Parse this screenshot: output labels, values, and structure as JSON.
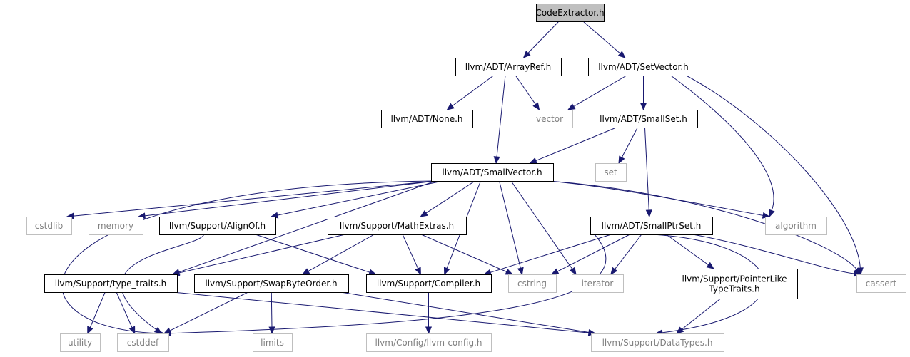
{
  "colors": {
    "edge": "#191970",
    "root_fill": "#bfbfbf",
    "local_border": "#000000",
    "system_border": "#bfbfbf",
    "system_text": "#808080",
    "local_text": "#000000"
  },
  "nodes": [
    {
      "id": "codeextractor",
      "label": "CodeExtractor.h",
      "kind": "root"
    },
    {
      "id": "arrayref",
      "label": "llvm/ADT/ArrayRef.h",
      "kind": "local"
    },
    {
      "id": "setvector",
      "label": "llvm/ADT/SetVector.h",
      "kind": "local"
    },
    {
      "id": "none",
      "label": "llvm/ADT/None.h",
      "kind": "local"
    },
    {
      "id": "vector",
      "label": "vector",
      "kind": "system"
    },
    {
      "id": "smallset",
      "label": "llvm/ADT/SmallSet.h",
      "kind": "local"
    },
    {
      "id": "set",
      "label": "set",
      "kind": "system"
    },
    {
      "id": "smallvector",
      "label": "llvm/ADT/SmallVector.h",
      "kind": "local"
    },
    {
      "id": "cstdlib",
      "label": "cstdlib",
      "kind": "system"
    },
    {
      "id": "memory",
      "label": "memory",
      "kind": "system"
    },
    {
      "id": "alignof",
      "label": "llvm/Support/AlignOf.h",
      "kind": "local"
    },
    {
      "id": "mathextras",
      "label": "llvm/Support/MathExtras.h",
      "kind": "local"
    },
    {
      "id": "smallptrset",
      "label": "llvm/ADT/SmallPtrSet.h",
      "kind": "local"
    },
    {
      "id": "algorithm",
      "label": "algorithm",
      "kind": "system"
    },
    {
      "id": "typetraits",
      "label": "llvm/Support/type_traits.h",
      "kind": "local"
    },
    {
      "id": "swapbyteorder",
      "label": "llvm/Support/SwapByteOrder.h",
      "kind": "local"
    },
    {
      "id": "compiler",
      "label": "llvm/Support/Compiler.h",
      "kind": "local"
    },
    {
      "id": "cstring",
      "label": "cstring",
      "kind": "system"
    },
    {
      "id": "iterator",
      "label": "iterator",
      "kind": "system"
    },
    {
      "id": "pointerlike",
      "label": "llvm/Support/PointerLike\nTypeTraits.h",
      "kind": "local"
    },
    {
      "id": "cassert",
      "label": "cassert",
      "kind": "system"
    },
    {
      "id": "utility",
      "label": "utility",
      "kind": "system"
    },
    {
      "id": "cstddef",
      "label": "cstddef",
      "kind": "system"
    },
    {
      "id": "limits",
      "label": "limits",
      "kind": "system"
    },
    {
      "id": "llvmconfig",
      "label": "llvm/Config/llvm-config.h",
      "kind": "system"
    },
    {
      "id": "datatypes",
      "label": "llvm/Support/DataTypes.h",
      "kind": "system"
    }
  ],
  "edges": [
    [
      "codeextractor",
      "arrayref"
    ],
    [
      "codeextractor",
      "setvector"
    ],
    [
      "arrayref",
      "none"
    ],
    [
      "arrayref",
      "vector"
    ],
    [
      "arrayref",
      "smallvector"
    ],
    [
      "setvector",
      "vector"
    ],
    [
      "setvector",
      "smallset"
    ],
    [
      "setvector",
      "algorithm"
    ],
    [
      "setvector",
      "cassert"
    ],
    [
      "smallset",
      "smallvector"
    ],
    [
      "smallset",
      "set"
    ],
    [
      "smallset",
      "smallptrset"
    ],
    [
      "smallvector",
      "cstdlib"
    ],
    [
      "smallvector",
      "memory"
    ],
    [
      "smallvector",
      "alignof"
    ],
    [
      "smallvector",
      "mathextras"
    ],
    [
      "smallvector",
      "algorithm"
    ],
    [
      "smallvector",
      "typetraits"
    ],
    [
      "smallvector",
      "compiler"
    ],
    [
      "smallvector",
      "cstring"
    ],
    [
      "smallvector",
      "iterator"
    ],
    [
      "smallvector",
      "cassert"
    ],
    [
      "smallvector",
      "cstddef"
    ],
    [
      "alignof",
      "compiler"
    ],
    [
      "alignof",
      "cstddef"
    ],
    [
      "mathextras",
      "typetraits"
    ],
    [
      "mathextras",
      "swapbyteorder"
    ],
    [
      "mathextras",
      "compiler"
    ],
    [
      "mathextras",
      "cstring"
    ],
    [
      "smallptrset",
      "compiler"
    ],
    [
      "smallptrset",
      "cstring"
    ],
    [
      "smallptrset",
      "iterator"
    ],
    [
      "smallptrset",
      "pointerlike"
    ],
    [
      "smallptrset",
      "cassert"
    ],
    [
      "smallptrset",
      "datatypes"
    ],
    [
      "smallptrset",
      "cstddef"
    ],
    [
      "typetraits",
      "utility"
    ],
    [
      "typetraits",
      "cstddef"
    ],
    [
      "typetraits",
      "datatypes"
    ],
    [
      "swapbyteorder",
      "cstddef"
    ],
    [
      "swapbyteorder",
      "limits"
    ],
    [
      "swapbyteorder",
      "datatypes"
    ],
    [
      "compiler",
      "llvmconfig"
    ],
    [
      "pointerlike",
      "datatypes"
    ]
  ]
}
